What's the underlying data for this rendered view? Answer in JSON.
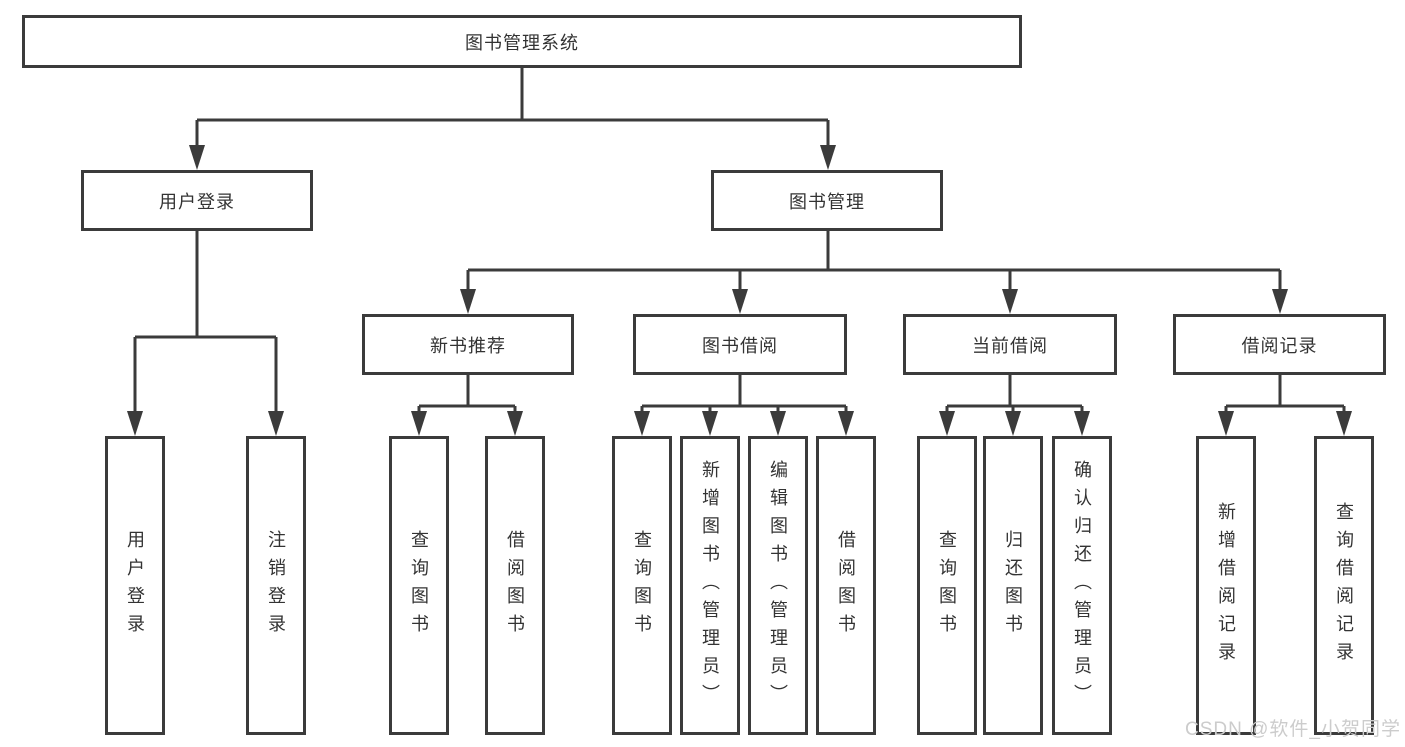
{
  "colors": {
    "line": "#3b3b3b",
    "box_border": "#3b3b3b",
    "text": "#333333",
    "watermark": "#cccccc"
  },
  "tree": {
    "root": {
      "label": "图书管理系统"
    },
    "branches": [
      {
        "label": "用户登录",
        "children": [
          {
            "label": "用户登录"
          },
          {
            "label": "注销登录"
          }
        ]
      },
      {
        "label": "图书管理",
        "children": [
          {
            "label": "新书推荐",
            "children": [
              {
                "label": "查询图书"
              },
              {
                "label": "借阅图书"
              }
            ]
          },
          {
            "label": "图书借阅",
            "children": [
              {
                "label": "查询图书"
              },
              {
                "label": "新增图书（管理员）"
              },
              {
                "label": "编辑图书（管理员）"
              },
              {
                "label": "借阅图书"
              }
            ]
          },
          {
            "label": "当前借阅",
            "children": [
              {
                "label": "查询图书"
              },
              {
                "label": "归还图书"
              },
              {
                "label": "确认归还（管理员）"
              }
            ]
          },
          {
            "label": "借阅记录",
            "children": [
              {
                "label": "新增借阅记录"
              },
              {
                "label": "查询借阅记录"
              }
            ]
          }
        ]
      }
    ]
  },
  "watermark": {
    "text": "CSDN @软件_小贺同学"
  }
}
